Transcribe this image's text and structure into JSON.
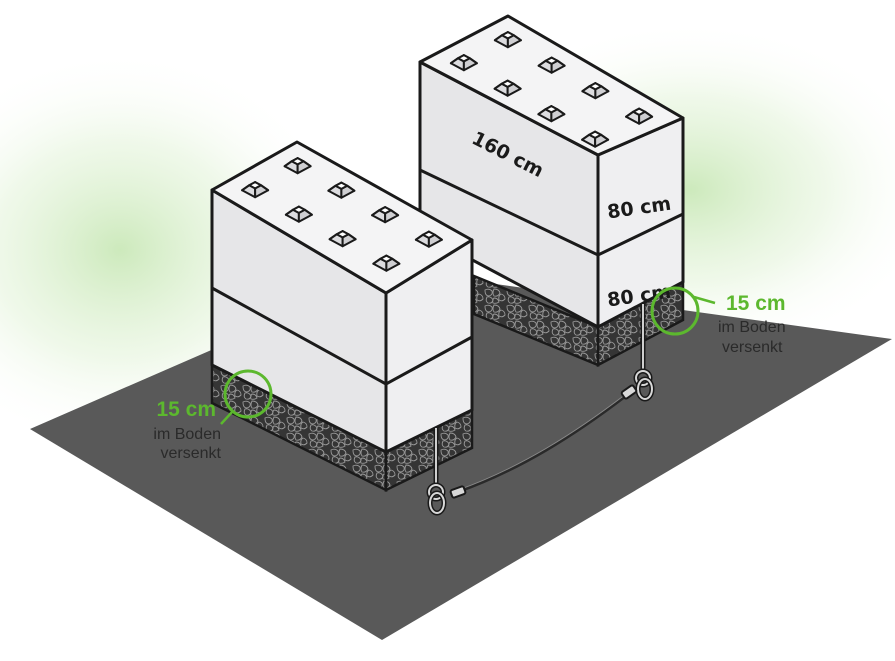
{
  "colors": {
    "accent": "#5cb82e",
    "ground": "#595959",
    "block_top": "#f4f4f5",
    "block_left": "#e6e6e8",
    "block_right": "#efeff1",
    "outline": "#1a1a1a",
    "gravel": "#3c3c3c"
  },
  "blocks": {
    "back": {
      "height_label": "160 cm",
      "upper_label": "80 cm",
      "lower_label": "80 cm"
    },
    "front": {}
  },
  "callouts": {
    "left": {
      "value": "15 cm",
      "line1": "im Boden",
      "line2": "versenkt"
    },
    "right": {
      "value": "15 cm",
      "line1": "im Boden",
      "line2": "versenkt"
    }
  }
}
